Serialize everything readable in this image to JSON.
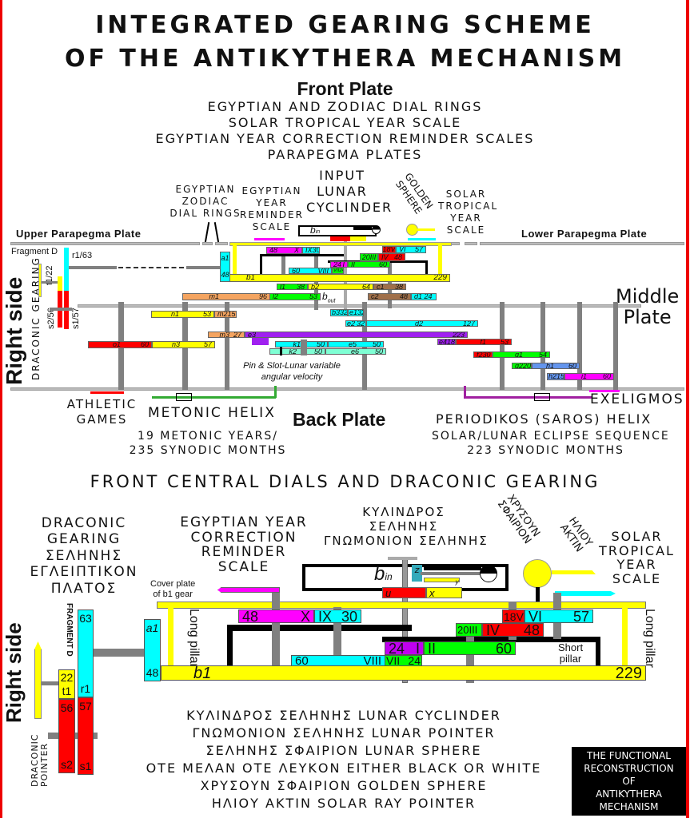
{
  "title": [
    "INTEGRATED GEARING SCHEME",
    "OF THE ANTIKYTHERA MECHANISM"
  ],
  "front_plate": {
    "heading": "Front Plate",
    "lines": [
      "EGYPTIAN AND ZODIAC DIAL RINGS",
      "SOLAR TROPICAL YEAR SCALE",
      "EGYPTIAN YEAR CORRECTION REMINDER SCALES",
      "PARAPEGMA PLATES"
    ]
  },
  "top": {
    "zodiac": [
      "EGYPTIAN",
      "ZODIAC",
      "DIAL RINGS"
    ],
    "year_reminder": [
      "EGYPTIAN",
      "YEAR",
      "REMINDER",
      "SCALE"
    ],
    "input_cylinder": [
      "INPUT",
      "LUNAR",
      "CYCLINDER"
    ],
    "golden_sphere": [
      "GOLDEN",
      "SPHERE"
    ],
    "solar": [
      "SOLAR",
      "TROPICAL",
      "YEAR",
      "SCALE"
    ],
    "upper_plate": "Upper Parapegma Plate",
    "lower_plate": "Lower Parapegma Plate",
    "middle_plate": [
      "Middle",
      "Plate"
    ],
    "back_plate": "Back Plate",
    "right_side": "Right side",
    "draconic": "DRACONIC GEARING",
    "fragment": "Fragment D",
    "r1": "r1/63",
    "t1": "t1/22",
    "s2": "s2/56",
    "s1": "s1/57",
    "pin_slot": [
      "Pin & Slot-Lunar variable",
      "angular velocity"
    ],
    "b_in": [
      "b",
      "in"
    ],
    "b_out": [
      "b",
      "out"
    ],
    "gears": {
      "a1": [
        "a1",
        "48"
      ],
      "b1": [
        "b1",
        "229"
      ],
      "X": [
        "48",
        "X"
      ],
      "IX": [
        "IX",
        "30"
      ],
      "VIII": [
        "60",
        "VIII"
      ],
      "VII": [
        "VII",
        "24"
      ],
      "I": [
        "24",
        "I"
      ],
      "II": [
        "II",
        "60"
      ],
      "III": [
        "20III"
      ],
      "IV": [
        "IV",
        "48"
      ],
      "V": [
        "18V"
      ],
      "VI": [
        "VI",
        "57"
      ],
      "l1": [
        "l1",
        "38"
      ],
      "b2": [
        "b2",
        "64"
      ],
      "c1": [
        "c1",
        "38"
      ],
      "m1": [
        "m1",
        "96"
      ],
      "l2": [
        "l2",
        "53"
      ],
      "c2": [
        "c2",
        "48"
      ],
      "d1": [
        "d1 24"
      ],
      "n1": [
        "n1",
        "53"
      ],
      "m2": [
        "m2",
        "15"
      ],
      "b3": [
        "b3",
        "32"
      ],
      "e1": [
        "e1",
        "32"
      ],
      "e2": [
        "e2",
        "32"
      ],
      "d2": [
        "d2",
        "127"
      ],
      "m3": [
        "m3",
        "27"
      ],
      "e3": [
        "e3",
        "223"
      ],
      "e4": [
        "e4",
        "188"
      ],
      "f1": [
        "f1",
        "53"
      ],
      "k1": [
        "k1",
        "50"
      ],
      "e5": [
        "e5",
        "50"
      ],
      "k2": [
        "k2",
        "50"
      ],
      "e6": [
        "e6",
        "50"
      ],
      "o1": [
        "o1",
        "60"
      ],
      "n3": [
        "n3",
        "57"
      ],
      "f2": [
        "f2",
        "30"
      ],
      "g1": [
        "g1",
        "54"
      ],
      "g2": [
        "g2",
        "20"
      ],
      "h1": [
        "h1",
        "60"
      ],
      "h2": [
        "h2",
        "15"
      ],
      "i1": [
        "i1",
        "60"
      ]
    }
  },
  "back": {
    "athletic": [
      "ATHLETIC",
      "GAMES"
    ],
    "metonic": "METONIC HELIX",
    "metonic_sub": [
      "19 METONIC YEARS/",
      "235 SYNODIC MONTHS"
    ],
    "exeligmos": "EXELIGMOS",
    "saros": "PERIODIKOS (SAROS) HELIX",
    "saros_sub": [
      "SOLAR/LUNAR ECLIPSE SEQUENCE",
      "223 SYNODIC MONTHS"
    ]
  },
  "bottom": {
    "heading": "FRONT CENTRAL DIALS AND DRACONIC GEARING",
    "draconic": [
      "DRACONIC",
      "GEARING",
      "ΣΕΛΗΝΗΣ",
      "ΕΓΛΕΙΠΤΙΚΟΝ",
      "ΠΛΑΤΟΣ"
    ],
    "egyptian": [
      "EGYPTIAN YEAR",
      "CORRECTION",
      "REMINDER",
      "SCALE"
    ],
    "cylinder": [
      "ΚΥΛΙΝΔΡΟΣ",
      "ΣΕΛΗΝΗΣ",
      "ΓΝΩΜΟΝΙΟΝ ΣΕΛΗΝΗΣ"
    ],
    "golden": [
      "ΧΡΥΣΟΥΝ",
      "ΣΦΑΙΡΙΟΝ"
    ],
    "ray": [
      "ΗΛΙΟΥ",
      "ΑΚΤΙΝ"
    ],
    "solar": [
      "SOLAR",
      "TROPICAL",
      "YEAR",
      "SCALE"
    ],
    "cover_plate": [
      "Cover plate",
      "of b1 gear"
    ],
    "long_pillar": "Long pillar",
    "short_pillar": [
      "Short",
      "pillar"
    ],
    "right_side": "Right side",
    "fragment": "FRAGMENT D",
    "draconic_pointer": [
      "DRACONIC",
      "POINTER"
    ],
    "b_in": [
      "b",
      "in"
    ],
    "z": "z",
    "y": "y",
    "gears": {
      "a1": [
        "a1",
        "48"
      ],
      "b1": [
        "b1",
        "229"
      ],
      "X": [
        "48",
        "X"
      ],
      "IX": [
        "IX",
        "30"
      ],
      "VIII": [
        "60",
        "VIII"
      ],
      "VII": [
        "VII",
        "24"
      ],
      "I": [
        "24",
        "I"
      ],
      "II": [
        "II",
        "60"
      ],
      "III": [
        "20III"
      ],
      "IV": [
        "IV",
        "48"
      ],
      "V": [
        "18V"
      ],
      "VI": [
        "VI",
        "57"
      ],
      "u": [
        "u"
      ],
      "x": [
        "x"
      ],
      "t1": [
        "22",
        "t1"
      ],
      "s2": [
        "56",
        "s2"
      ],
      "r1": [
        "63",
        "r1"
      ],
      "s1": [
        "57",
        "s1"
      ]
    },
    "legend": [
      "ΚΥΛΙΝΔΡΟΣ ΣΕΛΗΝΗΣ LUNAR CYCLINDER",
      "ΓΝΩΜΟΝΙΟΝ ΣΕΛΗΝΗΣ LUNAR POINTER",
      "ΣΕΛΗΝΗΣ ΣΦΑΙΡΙΟΝ LUNAR SPHERE",
      "ΟΤΕ ΜΕΛΑΝ ΟΤΕ ΛΕΥΚΟΝ EITHER BLACK OR WHITE",
      "ΧΡΥΣΟΥΝ ΣΦΑΙΡΙΟΝ GOLDEN SPHERE",
      "ΗΛΙΟΥ ΑΚΤΙΝ SOLAR RAY POINTER"
    ],
    "badge": [
      "THE FUNCTIONAL",
      "RECONSTRUCTION",
      "OF",
      "ANTIKYTHERA",
      "MECHANISM"
    ]
  }
}
